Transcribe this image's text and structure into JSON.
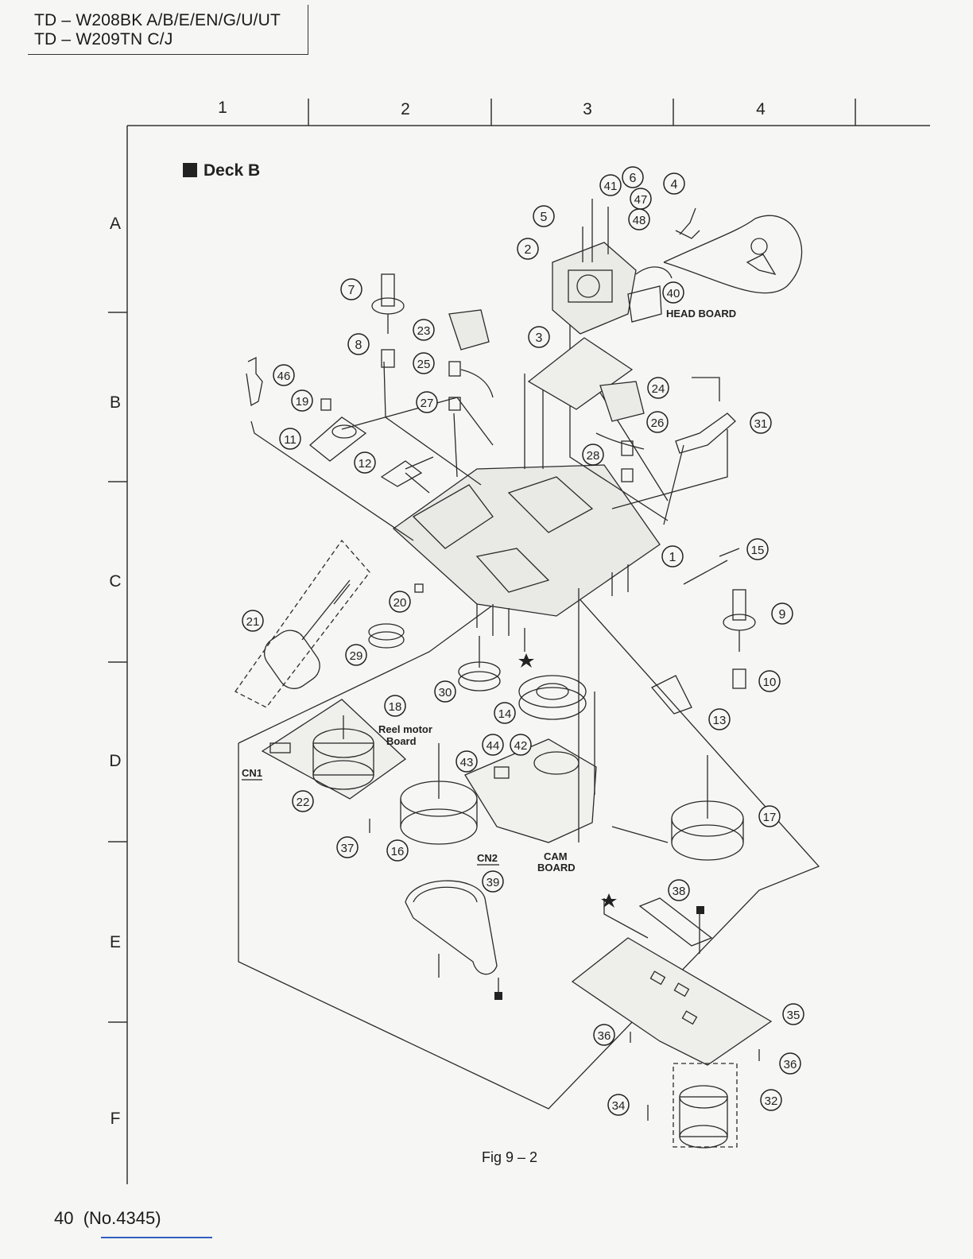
{
  "header": {
    "models": [
      "TD – W208BK A/B/E/EN/G/U/UT",
      "TD – W209TN C/J"
    ]
  },
  "grid": {
    "columns": [
      "1",
      "2",
      "3",
      "4"
    ],
    "rows": [
      "A",
      "B",
      "C",
      "D",
      "E",
      "F"
    ]
  },
  "section_title": "Deck B",
  "labels": {
    "head_board": "HEAD BOARD",
    "reel_motor_board_1": "Reel motor",
    "reel_motor_board_2": "Board",
    "cam_board_1": "CAM",
    "cam_board_2": "BOARD",
    "cn1": "CN1",
    "cn2": "CN2"
  },
  "callouts": [
    {
      "n": "1"
    },
    {
      "n": "2"
    },
    {
      "n": "3"
    },
    {
      "n": "4"
    },
    {
      "n": "5"
    },
    {
      "n": "6"
    },
    {
      "n": "7"
    },
    {
      "n": "8"
    },
    {
      "n": "9"
    },
    {
      "n": "10"
    },
    {
      "n": "11"
    },
    {
      "n": "12"
    },
    {
      "n": "13"
    },
    {
      "n": "14"
    },
    {
      "n": "15"
    },
    {
      "n": "16"
    },
    {
      "n": "17"
    },
    {
      "n": "18"
    },
    {
      "n": "19"
    },
    {
      "n": "20"
    },
    {
      "n": "21"
    },
    {
      "n": "22"
    },
    {
      "n": "23"
    },
    {
      "n": "24"
    },
    {
      "n": "25"
    },
    {
      "n": "26"
    },
    {
      "n": "27"
    },
    {
      "n": "28"
    },
    {
      "n": "29"
    },
    {
      "n": "30"
    },
    {
      "n": "31"
    },
    {
      "n": "32"
    },
    {
      "n": "34"
    },
    {
      "n": "35"
    },
    {
      "n": "36"
    },
    {
      "n": "36"
    },
    {
      "n": "37"
    },
    {
      "n": "38"
    },
    {
      "n": "39"
    },
    {
      "n": "40"
    },
    {
      "n": "41"
    },
    {
      "n": "42"
    },
    {
      "n": "43"
    },
    {
      "n": "44"
    },
    {
      "n": "46"
    },
    {
      "n": "47"
    },
    {
      "n": "48"
    }
  ],
  "figure_caption": "Fig 9 – 2",
  "footer": {
    "page": "40",
    "doc_no": "(No.4345)"
  }
}
